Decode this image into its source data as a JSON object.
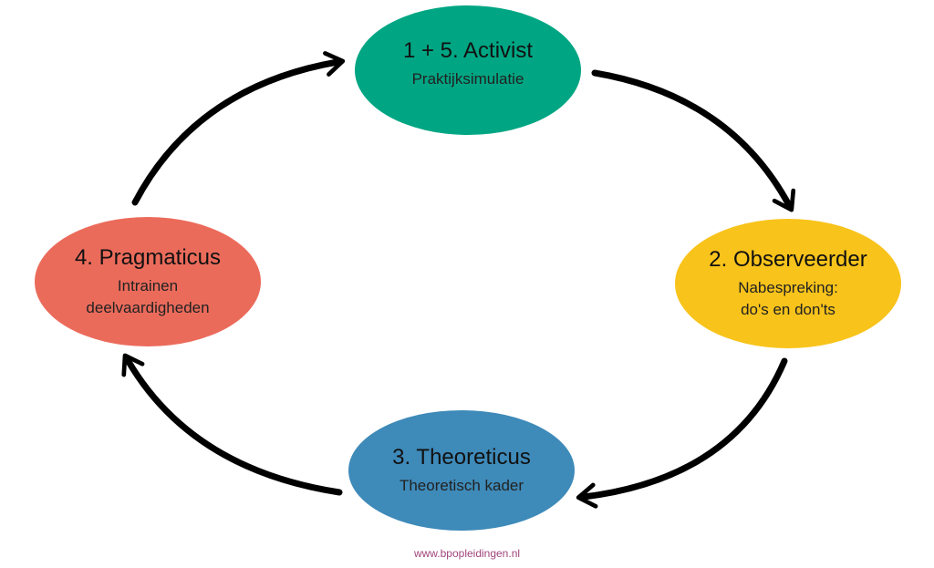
{
  "nodes": {
    "activist": {
      "title": "1 + 5. Activist",
      "subtitle": "Praktijksimulatie",
      "color": "#00a683"
    },
    "observeerder": {
      "title": "2. Observeerder",
      "subtitle": "Nabespreking:\ndo's en don'ts",
      "color": "#f8c31b"
    },
    "theoreticus": {
      "title": "3. Theoreticus",
      "subtitle": "Theoretisch kader",
      "color": "#3e8ab9"
    },
    "pragmaticus": {
      "title": "4. Pragmaticus",
      "subtitle": "Intrainen\ndeelvaardigheden",
      "color": "#eb6b5b"
    }
  },
  "arrow_color": "#000000",
  "footer": "www.bpopleidingen.nl"
}
